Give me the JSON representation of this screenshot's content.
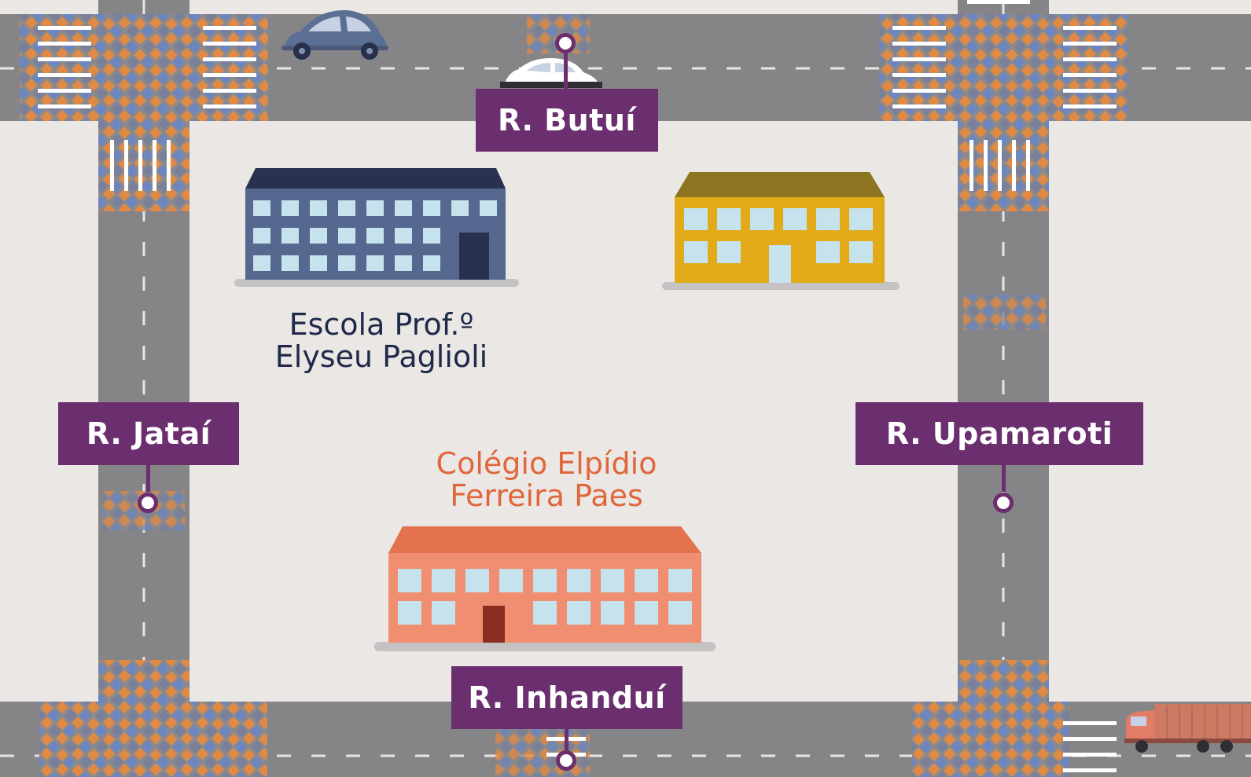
{
  "streets": {
    "top": "R. Butuí",
    "left": "R. Jataí",
    "right": "R. Upamaroti",
    "bottom": "R. Inhanduí"
  },
  "schools": {
    "blue": {
      "name_line1": "Escola Prof.º",
      "name_line2": "Elyseu Paglioli"
    },
    "orange": {
      "name_line1": "Colégio Elpídio",
      "name_line2": "Ferreira Paes"
    }
  },
  "colors": {
    "background": "#ebe7e4",
    "road": "#858587",
    "label_purple": "#6b2e6e",
    "blue_building": "#56688f",
    "yellow_building": "#e2a918",
    "orange_building": "#ef8e70",
    "blue_school_text": "#1f2a4a",
    "orange_school_text": "#e0663c"
  },
  "icons": {
    "car-top": "vintage-car-icon",
    "car-police": "police-car-icon",
    "truck": "truck-icon"
  }
}
